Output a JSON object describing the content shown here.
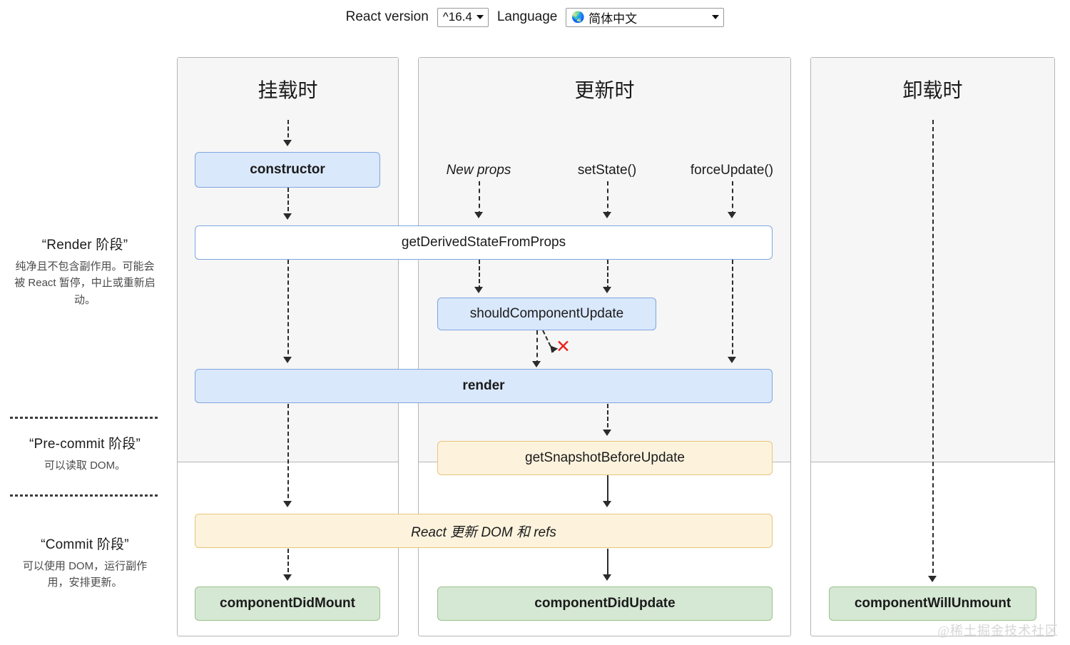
{
  "toolbar": {
    "version_label": "React version",
    "version_value": "^16.4",
    "language_label": "Language",
    "language_value": "简体中文",
    "globe_icon": "globe-icon"
  },
  "legend": [
    {
      "title": "“Render 阶段”",
      "desc": "纯净且不包含副作用。可能会被 React 暂停，中止或重新启动。"
    },
    {
      "title": "“Pre-commit 阶段”",
      "desc": "可以读取 DOM。"
    },
    {
      "title": "“Commit 阶段”",
      "desc": "可以使用 DOM，运行副作用，安排更新。"
    }
  ],
  "columns": [
    {
      "title": "挂载时"
    },
    {
      "title": "更新时"
    },
    {
      "title": "卸载时"
    }
  ],
  "triggers": [
    {
      "label": "New props"
    },
    {
      "label": "setState()"
    },
    {
      "label": "forceUpdate()"
    }
  ],
  "nodes": {
    "constructor": "constructor",
    "get_derived_state_from_props": "getDerivedStateFromProps",
    "should_component_update": "shouldComponentUpdate",
    "render": "render",
    "get_snapshot_before_update": "getSnapshotBeforeUpdate",
    "react_updates_dom": "React 更新 DOM 和 refs",
    "component_did_mount": "componentDidMount",
    "component_did_update": "componentDidUpdate",
    "component_will_unmount": "componentWillUnmount"
  },
  "markers": {
    "skip_render_x": "✕"
  },
  "watermark": "@稀土掘金技术社区",
  "colors": {
    "blue_fill": "#dae8fc",
    "blue_border": "#7ea6e0",
    "orange_fill": "#fdf3dd",
    "orange_border": "#e8c57a",
    "green_fill": "#d5e8d4",
    "green_border": "#9ac18a",
    "panel_head": "#f6f6f6",
    "panel_border": "#b5b5b5",
    "x_red": "#e8231f"
  }
}
